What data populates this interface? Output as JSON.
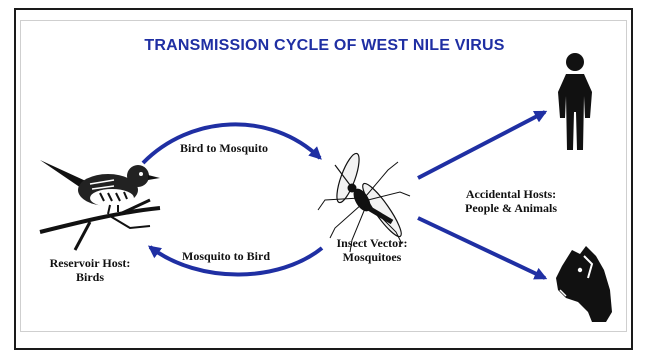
{
  "title": "TRANSMISSION CYCLE OF WEST NILE VIRUS",
  "labels": {
    "bird_to_mosquito": "Bird to Mosquito",
    "mosquito_to_bird": "Mosquito to Bird",
    "reservoir_line1": "Reservoir Host:",
    "reservoir_line2": "Birds",
    "vector_line1": "Insect Vector:",
    "vector_line2": "Mosquitoes",
    "accidental_line1": "Accidental Hosts:",
    "accidental_line2": "People & Animals"
  },
  "colors": {
    "title": "#1f2fa3",
    "arrows": "#1f2fa3",
    "figures": "#111111"
  },
  "icons": [
    "bird-icon",
    "mosquito-icon",
    "person-icon",
    "horse-icon"
  ]
}
